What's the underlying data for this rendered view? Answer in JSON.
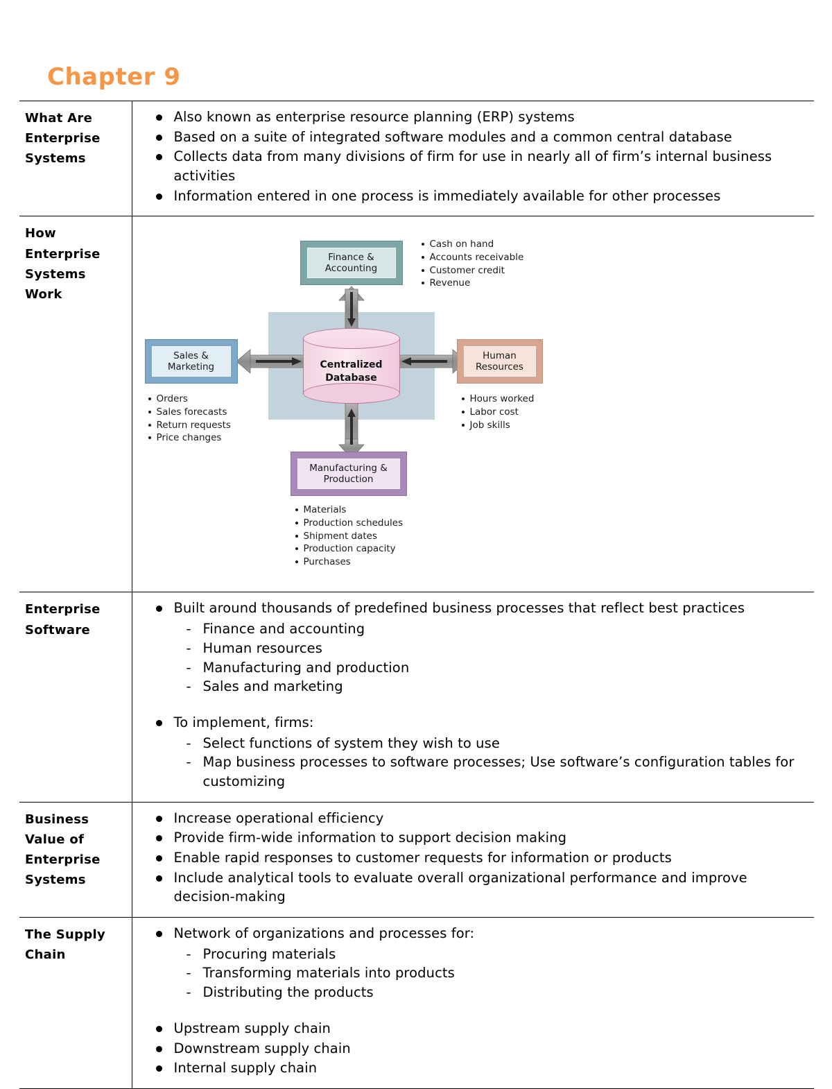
{
  "title": "Chapter 9",
  "accent_color": "#F79646",
  "rows": [
    {
      "label": "What Are Enterprise Systems",
      "bullets": [
        "Also known as enterprise resource planning (ERP) systems",
        "Based on a suite of integrated software modules and a common central database",
        "Collects data from many divisions of firm for use in nearly all of firm’s internal business activities",
        "Information entered in one process is immediately available for other processes"
      ]
    },
    {
      "label": "How Enterprise Systems Work",
      "diagram": {
        "center": "Centralized Database",
        "boxes": {
          "finance": "Finance & Accounting",
          "sales": "Sales & Marketing",
          "hr": "Human Resources",
          "mfg": "Manufacturing & Production"
        },
        "lists": {
          "finance": [
            "Cash on hand",
            "Accounts receivable",
            "Customer credit",
            "Revenue"
          ],
          "sales": [
            "Orders",
            "Sales forecasts",
            "Return requests",
            "Price changes"
          ],
          "hr": [
            "Hours worked",
            "Labor cost",
            "Job skills"
          ],
          "mfg": [
            "Materials",
            "Production schedules",
            "Shipment dates",
            "Production capacity",
            "Purchases"
          ]
        },
        "colors": {
          "finance": "#7fa7a8",
          "sales": "#7fa8c9",
          "hr": "#d8a590",
          "mfg": "#a889b8",
          "database": "#f4d3e2",
          "plate": "#c3d3dc",
          "arrow": "#8c8c8c"
        }
      }
    },
    {
      "label": "Enterprise Software",
      "bullets": [
        {
          "text": "Built around thousands of predefined business processes that reflect best practices",
          "sub": [
            "Finance and accounting",
            "Human resources",
            "Manufacturing and production",
            "Sales and marketing"
          ]
        },
        {
          "text": "To implement, firms:",
          "sub": [
            "Select functions of system they wish to use",
            "Map business processes to software processes; Use software’s configuration tables for customizing"
          ]
        }
      ]
    },
    {
      "label": "Business Value of Enterprise Systems",
      "bullets": [
        "Increase operational efficiency",
        "Provide firm-wide information to support decision making",
        "Enable rapid responses to customer requests for information or products",
        "Include analytical tools to evaluate overall organizational performance and improve decision-making"
      ]
    },
    {
      "label": "The Supply Chain",
      "bullets": [
        {
          "text": "Network of organizations and processes for:",
          "sub": [
            "Procuring materials",
            "Transforming materials into products",
            "Distributing the products"
          ]
        },
        "Upstream supply chain",
        "Downstream supply chain",
        "Internal supply chain"
      ]
    }
  ]
}
